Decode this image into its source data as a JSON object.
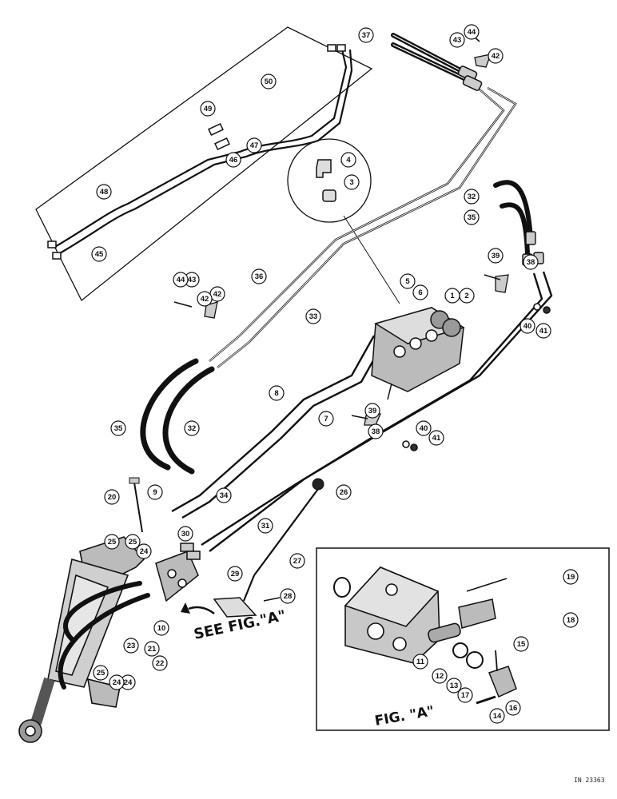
{
  "diagram": {
    "see_reference_label": "SEE FIG.\"A\"",
    "inset_caption": "FIG. \"A\"",
    "document_number": "IN 23363",
    "callouts": [
      "1",
      "2",
      "3",
      "4",
      "5",
      "6",
      "7",
      "8",
      "9",
      "10",
      "11",
      "12",
      "13",
      "14",
      "15",
      "16",
      "17",
      "18",
      "19",
      "20",
      "21",
      "22",
      "23",
      "24",
      "25",
      "26",
      "27",
      "28",
      "29",
      "30",
      "31",
      "32",
      "33",
      "34",
      "35",
      "36",
      "37",
      "38",
      "39",
      "40",
      "41",
      "42",
      "43",
      "44",
      "45",
      "46",
      "47",
      "48",
      "49",
      "50"
    ]
  }
}
